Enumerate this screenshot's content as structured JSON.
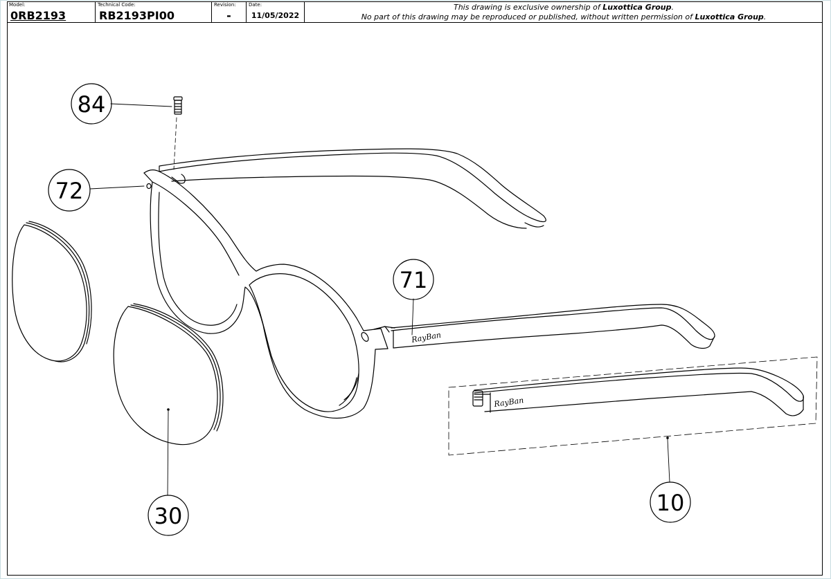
{
  "title_block": {
    "model_label": "Model:",
    "model_value": "0RB2193",
    "technical_code_label": "Technical Code:",
    "technical_code_value": "RB2193PI00",
    "revision_label": "Revision:",
    "revision_value": "-",
    "date_label": "Date:",
    "date_value": "11/05/2022",
    "notice_line1_pre": "This drawing is exclusive ownership of ",
    "notice_line1_owner": "Luxottica Group",
    "notice_line1_post": ".",
    "notice_line2_pre": "No part of this drawing may be reproduced or published, without written permission of ",
    "notice_line2_owner": "Luxottica Group",
    "notice_line2_post": "."
  },
  "callouts": [
    {
      "id": "84",
      "label": "84"
    },
    {
      "id": "72",
      "label": "72"
    },
    {
      "id": "71",
      "label": "71"
    },
    {
      "id": "30",
      "label": "30"
    },
    {
      "id": "10",
      "label": "10"
    }
  ],
  "temple_logo_text": "RayBan"
}
